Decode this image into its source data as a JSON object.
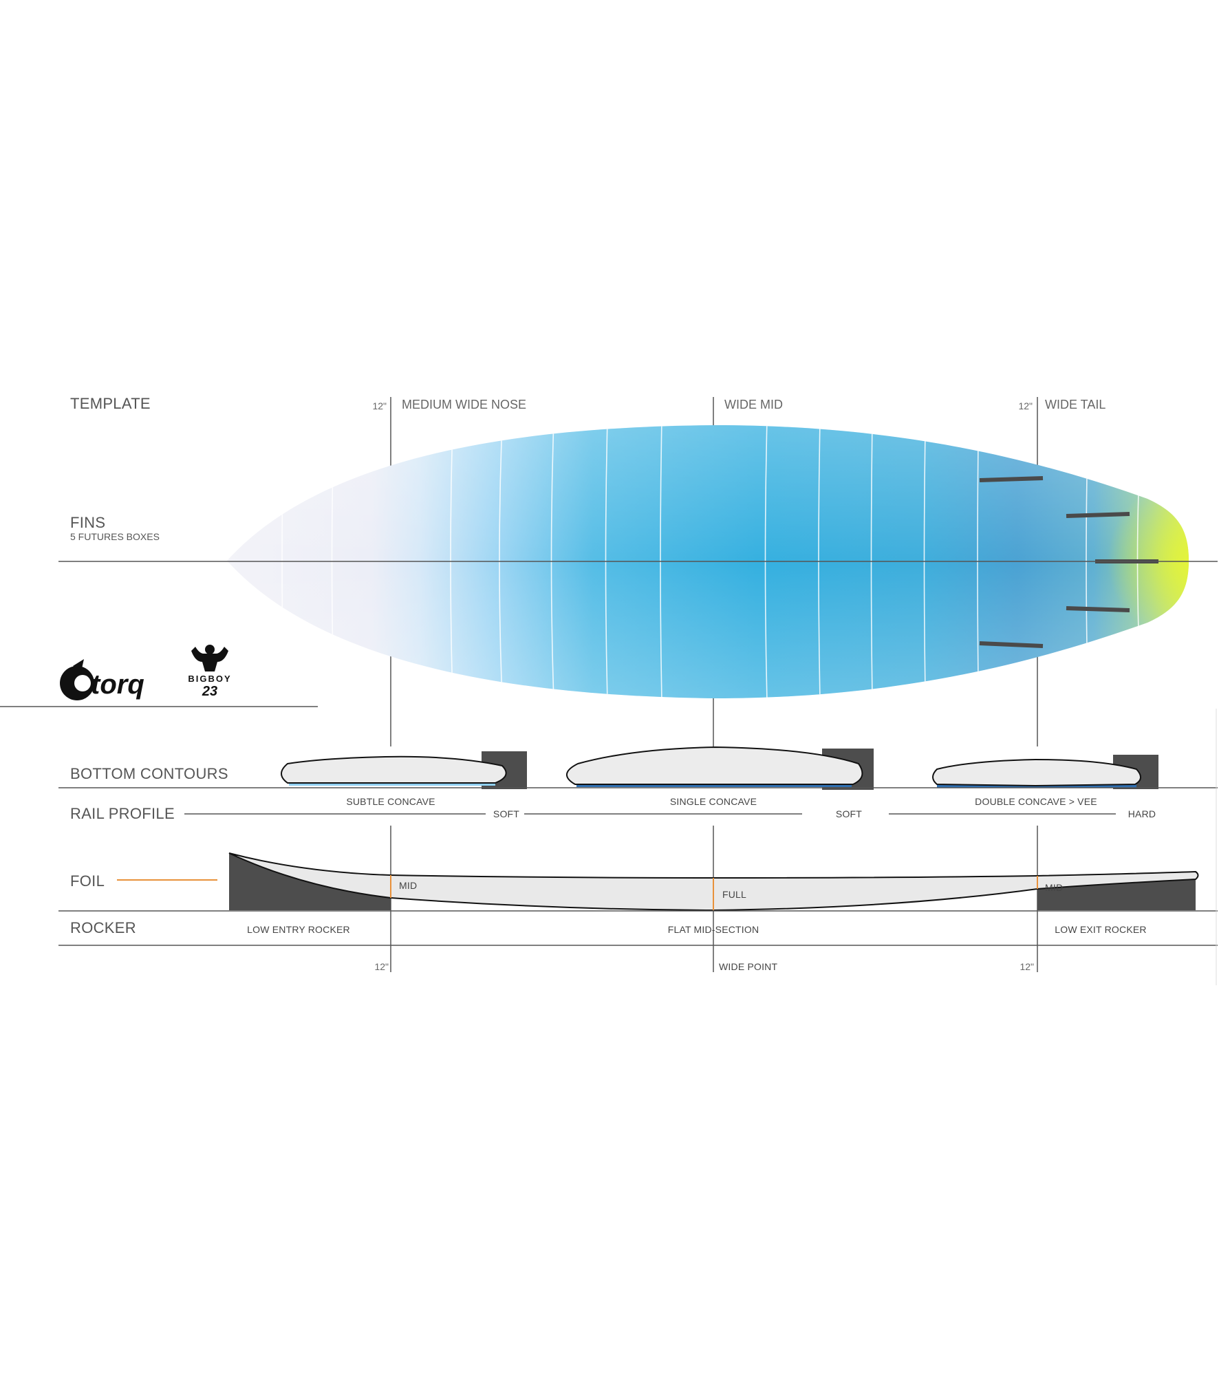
{
  "sections": {
    "template": "TEMPLATE",
    "fins": "FINS",
    "fins_sub": "5 FUTURES BOXES",
    "bottom_contours": "BOTTOM  CONTOURS",
    "rail_profile": "RAIL PROFILE",
    "foil": "FOIL",
    "rocker": "ROCKER"
  },
  "top_labels": {
    "nose_inch": "12\"",
    "nose": "MEDIUM WIDE NOSE",
    "mid": "WIDE MID",
    "tail_inch": "12\"",
    "tail": "WIDE TAIL"
  },
  "bottom_contours": [
    "SUBTLE CONCAVE",
    "SINGLE CONCAVE",
    "DOUBLE CONCAVE > VEE"
  ],
  "rail_profile": [
    "SOFT",
    "SOFT",
    "HARD"
  ],
  "foil": [
    "MID",
    "FULL",
    "MID"
  ],
  "rocker": [
    "LOW ENTRY ROCKER",
    "FLAT MID-SECTION",
    "LOW EXIT ROCKER"
  ],
  "bottom_labels": {
    "nose_inch": "12\"",
    "wide_point": "WIDE POINT",
    "tail_inch": "12\""
  },
  "brand": {
    "logo": "torq",
    "model": "BIGBOY",
    "model_number": "23"
  },
  "colors": {
    "line": "#555555",
    "foil_accent": "#e8913a",
    "board_blue": "#2fa7d9",
    "tail_green": "#c8e84a",
    "dark_block": "#4d4d4d"
  },
  "icons": [
    "torq-logo-icon",
    "bodybuilder-icon"
  ]
}
